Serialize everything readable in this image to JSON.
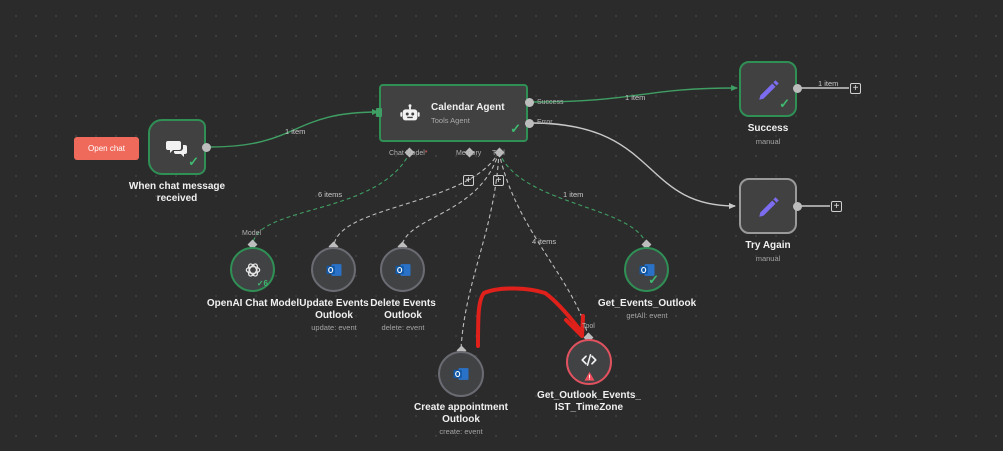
{
  "open_chat_label": "Open chat",
  "nodes": {
    "trigger": {
      "title": "When chat message\nreceived",
      "icon": "chat-bubbles-icon"
    },
    "agent": {
      "title": "Calendar Agent",
      "subtitle": "Tools Agent",
      "icon": "robot-icon",
      "outputs": {
        "success": "Success",
        "error": "Error"
      },
      "inputs": {
        "chat_model": "Chat Model",
        "chat_model_required": "*",
        "memory": "Memory",
        "tool": "Tool"
      }
    },
    "success": {
      "title": "Success",
      "subtitle": "manual",
      "icon": "pencil-icon"
    },
    "try_again": {
      "title": "Try Again",
      "subtitle": "manual",
      "icon": "pencil-icon"
    },
    "openai": {
      "title": "OpenAI Chat Model",
      "port_label": "Model",
      "badge": "6",
      "icon": "openai-icon"
    },
    "update_events": {
      "title": "Update Events\nOutlook",
      "subtitle": "update: event",
      "icon": "outlook-icon"
    },
    "delete_events": {
      "title": "Delete Events\nOutlook",
      "subtitle": "delete: event",
      "icon": "outlook-icon"
    },
    "get_events": {
      "title": "Get_Events_Outlook",
      "subtitle": "getAll: event",
      "icon": "outlook-icon"
    },
    "create_appointment": {
      "title": "Create appointment\nOutlook",
      "subtitle": "create: event",
      "icon": "outlook-icon"
    },
    "get_outlook_tz": {
      "title": "Get_Outlook_Events_\nIST_TimeZone",
      "port_label": "Tool",
      "icon": "code-icon",
      "warning_icon": "warning-triangle-icon"
    }
  },
  "wire_labels": {
    "trigger_to_agent": "1 item",
    "agent_to_success": "1 item",
    "success_out": "1 item",
    "model": "6 items",
    "tool_get_events": "1 item",
    "tool_count": "4 items"
  },
  "colors": {
    "success": "#2f8f55",
    "error": "#e0525f",
    "accent_red_arrow": "#e0211b",
    "button": "#ef6a5b",
    "pencil": "#7b6cf0"
  }
}
